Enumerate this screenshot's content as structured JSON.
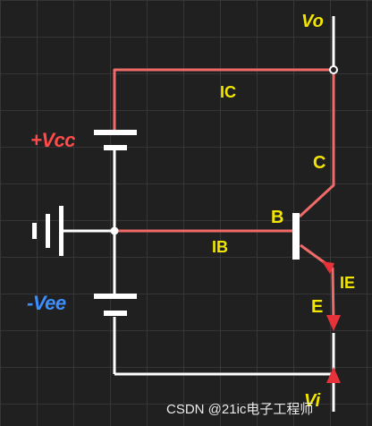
{
  "labels": {
    "vo": "Vo",
    "ic": "IC",
    "vcc": "+Vcc",
    "c": "C",
    "b": "B",
    "ib": "IB",
    "ie": "IE",
    "vee": "-Vee",
    "e": "E",
    "vi": "Vi"
  },
  "watermark": "CSDN @21ic电子工程师",
  "colors": {
    "background": "#202020",
    "grid": "#3c3c3c",
    "wire": "#ffffff",
    "current_path": "#f06a6a",
    "arrow": "#e8323a",
    "label": "#f2e600",
    "vcc": "#ff4a4a",
    "vee": "#3d8fff"
  }
}
